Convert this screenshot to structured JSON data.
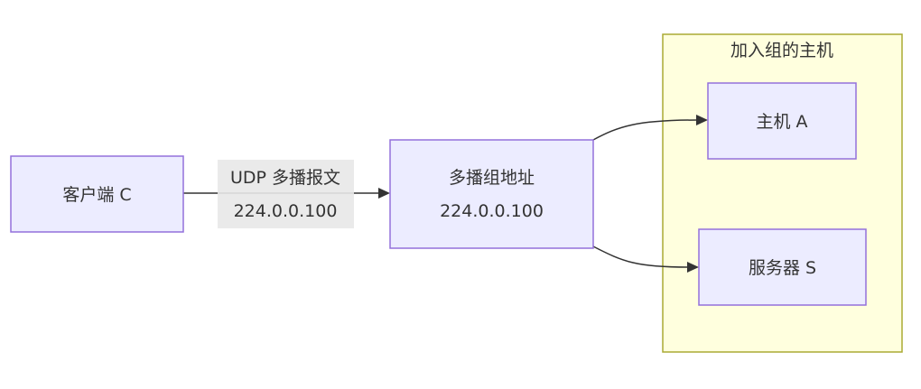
{
  "diagram": {
    "cluster": {
      "label": "加入组的主机"
    },
    "nodes": {
      "client": {
        "label": "客户端 C"
      },
      "group": {
        "line1": "多播组地址",
        "line2": "224.0.0.100"
      },
      "host_a": {
        "label": "主机 A"
      },
      "server_s": {
        "label": "服务器 S"
      }
    },
    "edges": {
      "client_to_group": {
        "line1": "UDP 多播报文",
        "line2": "224.0.0.100"
      }
    },
    "colors": {
      "node_fill": "#ececff",
      "node_stroke": "#9370db",
      "cluster_fill": "#ffffde",
      "cluster_stroke": "#aaaa33",
      "edge": "#333333",
      "edge_label_bg": "#e8e8e8"
    }
  }
}
